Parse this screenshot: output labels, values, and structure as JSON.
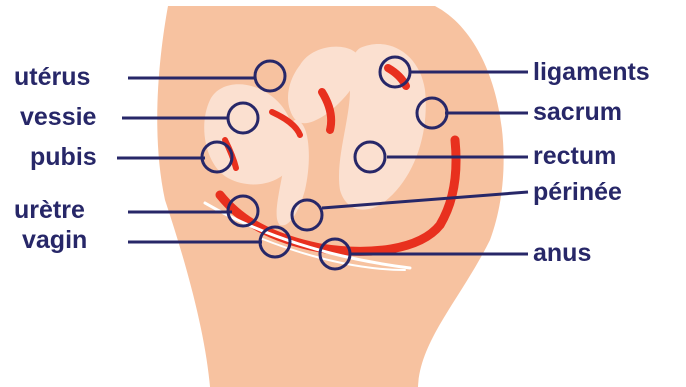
{
  "colors": {
    "skin": "#f7c2a0",
    "organ_light": "#fbe0d0",
    "muscle_red": "#e8301e",
    "ink_navy": "#272768",
    "white": "#ffffff"
  },
  "labels": {
    "uterus": "utérus",
    "bladder": "vessie",
    "pubis": "pubis",
    "urethra": "urètre",
    "vagina": "vagin",
    "ligaments": "ligaments",
    "sacrum": "sacrum",
    "rectum": "rectum",
    "perineum": "périnée",
    "anus": "anus"
  }
}
